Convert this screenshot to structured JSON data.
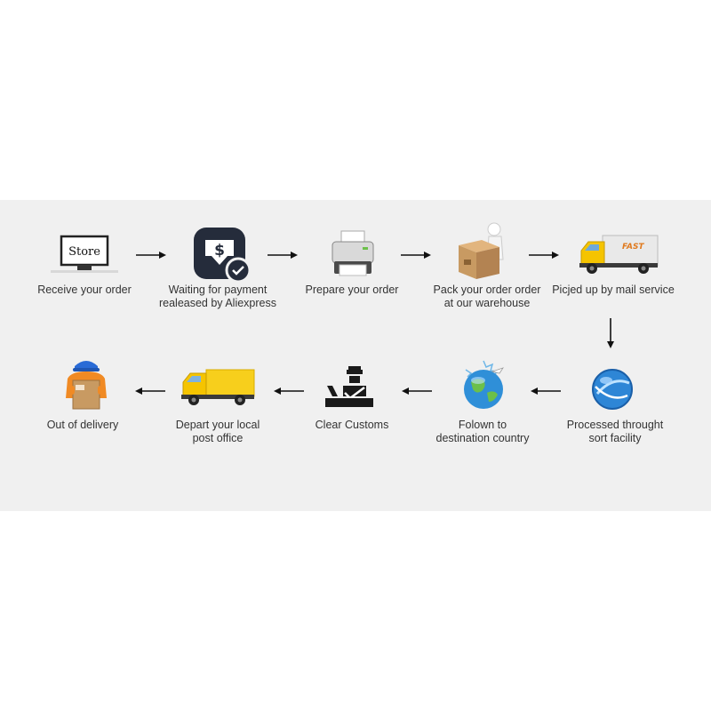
{
  "steps": [
    {
      "icon": "store-monitor-icon",
      "store_text": "Store",
      "label": "Receive your order"
    },
    {
      "icon": "payment-check-icon",
      "label": "Waiting for payment\nrealeased by Aliexpress"
    },
    {
      "icon": "printer-icon",
      "label": "Prepare your order"
    },
    {
      "icon": "packing-box-icon",
      "label": "Pack your order order\nat our warehouse"
    },
    {
      "icon": "fast-truck-icon",
      "truck_text": "FAST",
      "label": "Picjed up by mail service"
    },
    {
      "icon": "globe-swirl-icon",
      "label": "Processed throught\nsort facility"
    },
    {
      "icon": "world-globe-icon",
      "label": "Folown to\ndestination country"
    },
    {
      "icon": "customs-officer-icon",
      "label": "Clear Customs"
    },
    {
      "icon": "delivery-truck-icon",
      "label": "Depart your local\npost office"
    },
    {
      "icon": "courier-box-icon",
      "label": "Out of delivery"
    }
  ],
  "colors": {
    "band": "#f0f0f0",
    "text": "#333333",
    "dark": "#222a3a",
    "truck_yellow": "#f5c400",
    "globe_blue": "#2e86d6",
    "box": "#c89a62",
    "orange": "#f08a24"
  }
}
